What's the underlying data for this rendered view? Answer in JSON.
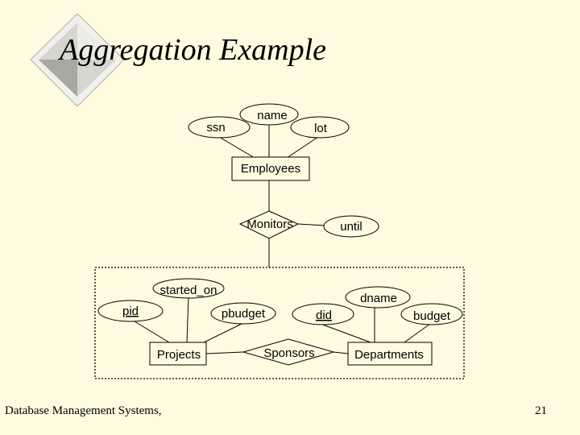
{
  "slide": {
    "title": "Aggregation Example",
    "footer_left": "Database Management Systems,",
    "page_number": "21"
  },
  "diagram": {
    "entities": {
      "employees": "Employees",
      "projects": "Projects",
      "departments": "Departments"
    },
    "relationships": {
      "monitors": "Monitors",
      "sponsors": "Sponsors"
    },
    "attributes": {
      "ssn": "ssn",
      "name": "name",
      "lot": "lot",
      "until": "until",
      "started_on": "started_on",
      "pid": "pid",
      "pbudget": "pbudget",
      "did": "did",
      "dname": "dname",
      "budget": "budget"
    }
  }
}
